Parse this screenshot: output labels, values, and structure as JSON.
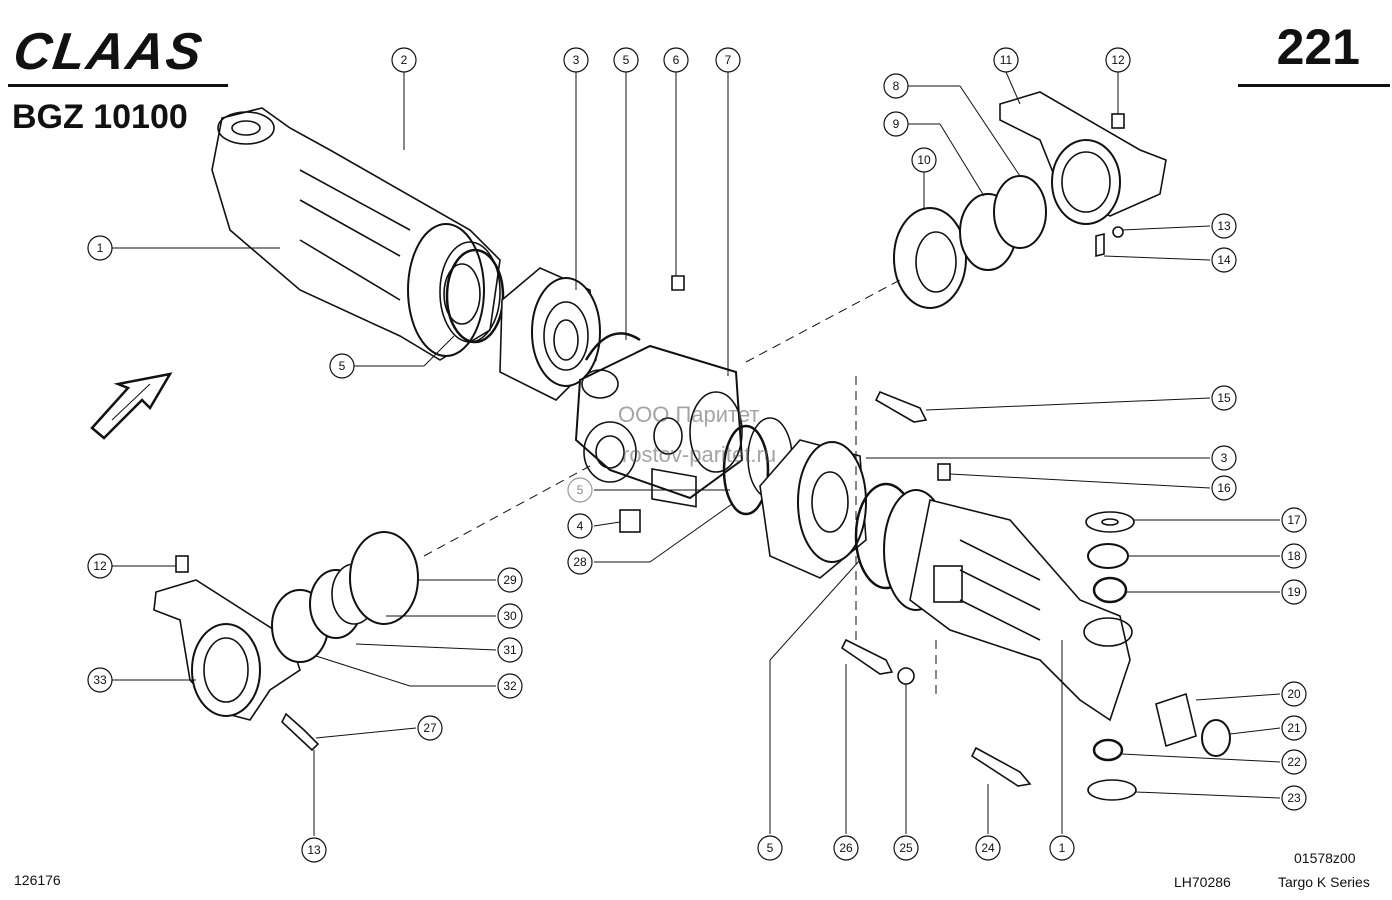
{
  "header": {
    "brand": "CLAAS",
    "model": "BGZ 10100",
    "page_number": "221"
  },
  "footer": {
    "left_code": "126176",
    "drawing_code": "01578z00",
    "doc_code": "LH70286",
    "series": "Targo K Series"
  },
  "watermark": {
    "line1": "ООО Паритет",
    "line2": "rostov-paritet.ru"
  },
  "callouts": [
    {
      "id": "c-2",
      "text": "2"
    },
    {
      "id": "c-3a",
      "text": "3"
    },
    {
      "id": "c-5a",
      "text": "5"
    },
    {
      "id": "c-6",
      "text": "6"
    },
    {
      "id": "c-7",
      "text": "7"
    },
    {
      "id": "c-11",
      "text": "11"
    },
    {
      "id": "c-12a",
      "text": "12"
    },
    {
      "id": "c-8",
      "text": "8"
    },
    {
      "id": "c-9",
      "text": "9"
    },
    {
      "id": "c-10",
      "text": "10"
    },
    {
      "id": "c-13a",
      "text": "13"
    },
    {
      "id": "c-14",
      "text": "14"
    },
    {
      "id": "c-1a",
      "text": "1"
    },
    {
      "id": "c-5b",
      "text": "5"
    },
    {
      "id": "c-15",
      "text": "15"
    },
    {
      "id": "c-3b",
      "text": "3"
    },
    {
      "id": "c-5c",
      "text": "5"
    },
    {
      "id": "c-16",
      "text": "16"
    },
    {
      "id": "c-4",
      "text": "4"
    },
    {
      "id": "c-17",
      "text": "17"
    },
    {
      "id": "c-28",
      "text": "28"
    },
    {
      "id": "c-18",
      "text": "18"
    },
    {
      "id": "c-12b",
      "text": "12"
    },
    {
      "id": "c-29",
      "text": "29"
    },
    {
      "id": "c-19",
      "text": "19"
    },
    {
      "id": "c-30",
      "text": "30"
    },
    {
      "id": "c-31",
      "text": "31"
    },
    {
      "id": "c-33",
      "text": "33"
    },
    {
      "id": "c-32",
      "text": "32"
    },
    {
      "id": "c-20",
      "text": "20"
    },
    {
      "id": "c-27",
      "text": "27"
    },
    {
      "id": "c-21",
      "text": "21"
    },
    {
      "id": "c-22",
      "text": "22"
    },
    {
      "id": "c-23",
      "text": "23"
    },
    {
      "id": "c-13b",
      "text": "13"
    },
    {
      "id": "c-5d",
      "text": "5"
    },
    {
      "id": "c-26",
      "text": "26"
    },
    {
      "id": "c-25",
      "text": "25"
    },
    {
      "id": "c-24",
      "text": "24"
    },
    {
      "id": "c-1b",
      "text": "1"
    }
  ]
}
